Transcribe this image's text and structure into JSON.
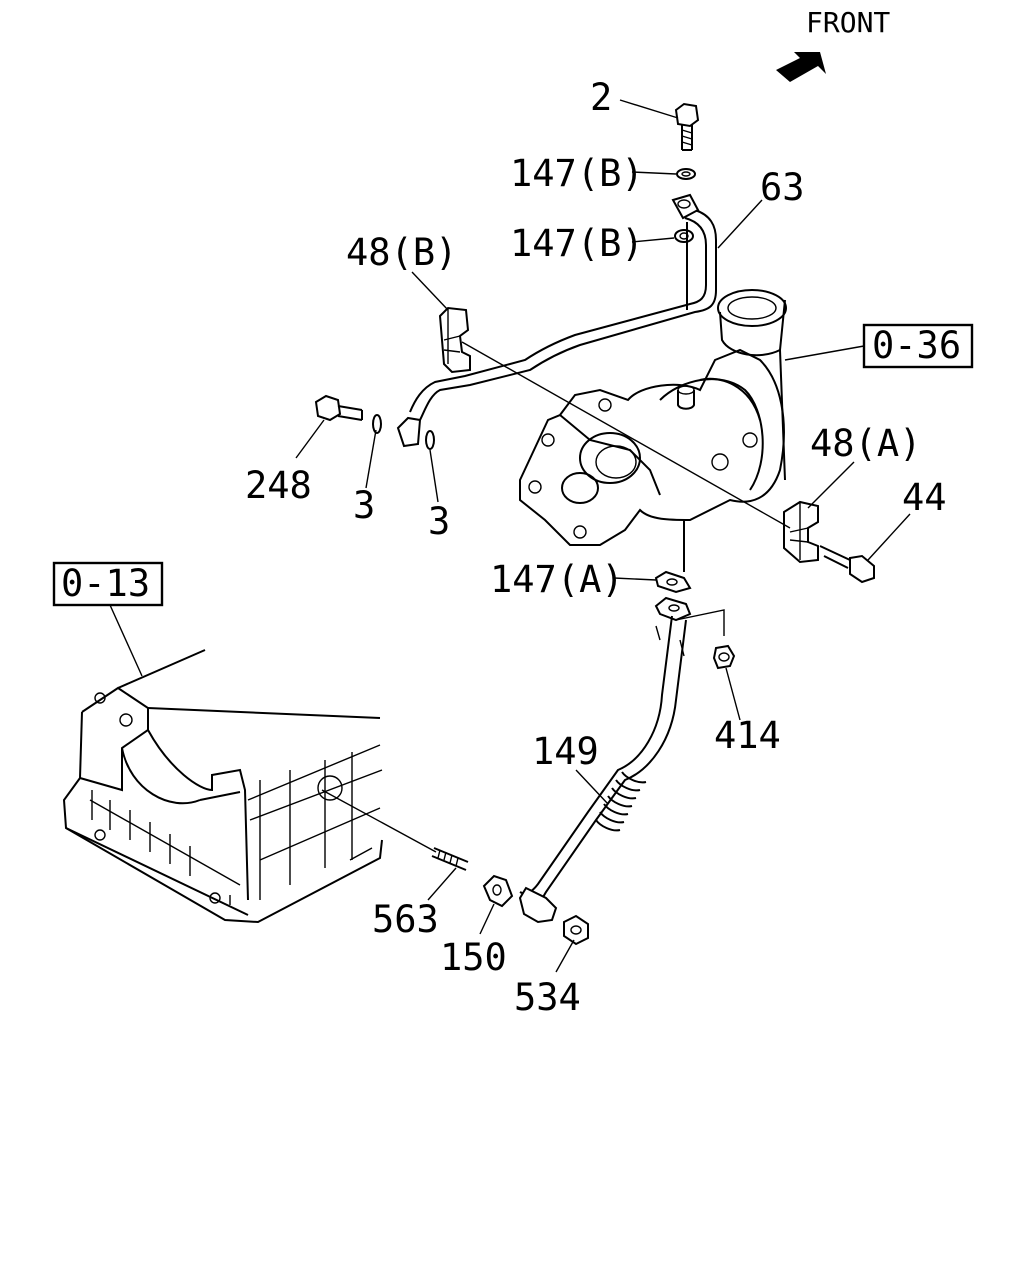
{
  "direction_label": "FRONT",
  "references": {
    "ref_0_36": "0-36",
    "ref_0_13": "0-13"
  },
  "callouts": {
    "p2": "2",
    "p147b_upper": "147(B)",
    "p147b_lower": "147(B)",
    "p63": "63",
    "p48b": "48(B)",
    "p248": "248",
    "p3_left": "3",
    "p3_right": "3",
    "p48a": "48(A)",
    "p44": "44",
    "p147a": "147(A)",
    "p414": "414",
    "p149": "149",
    "p563": "563",
    "p150": "150",
    "p534": "534"
  }
}
